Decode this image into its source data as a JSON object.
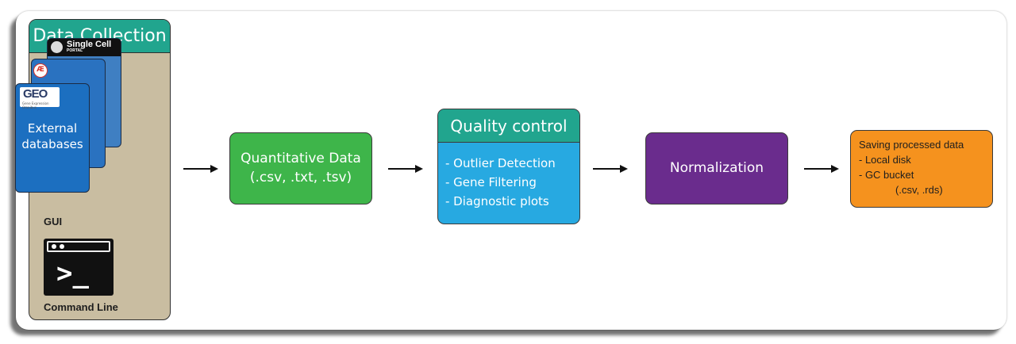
{
  "data_collection": {
    "title": "Data Collection",
    "single_cell_logo": "Single Cell",
    "single_cell_sub": "PORTAL",
    "geo_logo": "GEO",
    "geo_sub": "Gene Expression Omnibus",
    "external_databases": "External databases",
    "gui_label": "GUI",
    "command_line_label": "Command Line"
  },
  "quantitative": {
    "title": "Quantitative Data",
    "formats": "(.csv, .txt, .tsv)"
  },
  "quality_control": {
    "title": "Quality control",
    "items": [
      "- Outlier Detection",
      "- Gene Filtering",
      "- Diagnostic plots"
    ]
  },
  "normalization": {
    "title": "Normalization"
  },
  "saving": {
    "title": "Saving processed data",
    "items": [
      "- Local disk",
      "- GC bucket"
    ],
    "formats": "(.csv, .rds)"
  },
  "colors": {
    "teal_header": "#21a58e",
    "panel_tan": "#c9bda1",
    "database_blue": "#1c6fc0",
    "quantitative_green": "#3eb54a",
    "qc_blue": "#27a9e1",
    "normalization_purple": "#6a2c8d",
    "saving_orange": "#f5921e"
  }
}
